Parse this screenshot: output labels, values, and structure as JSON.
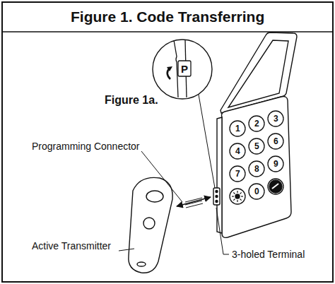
{
  "diagram": {
    "title": "Figure 1. Code Transferring",
    "labels": [
      "Figure 1a.",
      "P",
      "Programming Connector",
      "Active Transmitter",
      "3-holed Terminal",
      "1",
      "2",
      "3",
      "4",
      "5",
      "6",
      "7",
      "8",
      "9",
      "0"
    ]
  }
}
